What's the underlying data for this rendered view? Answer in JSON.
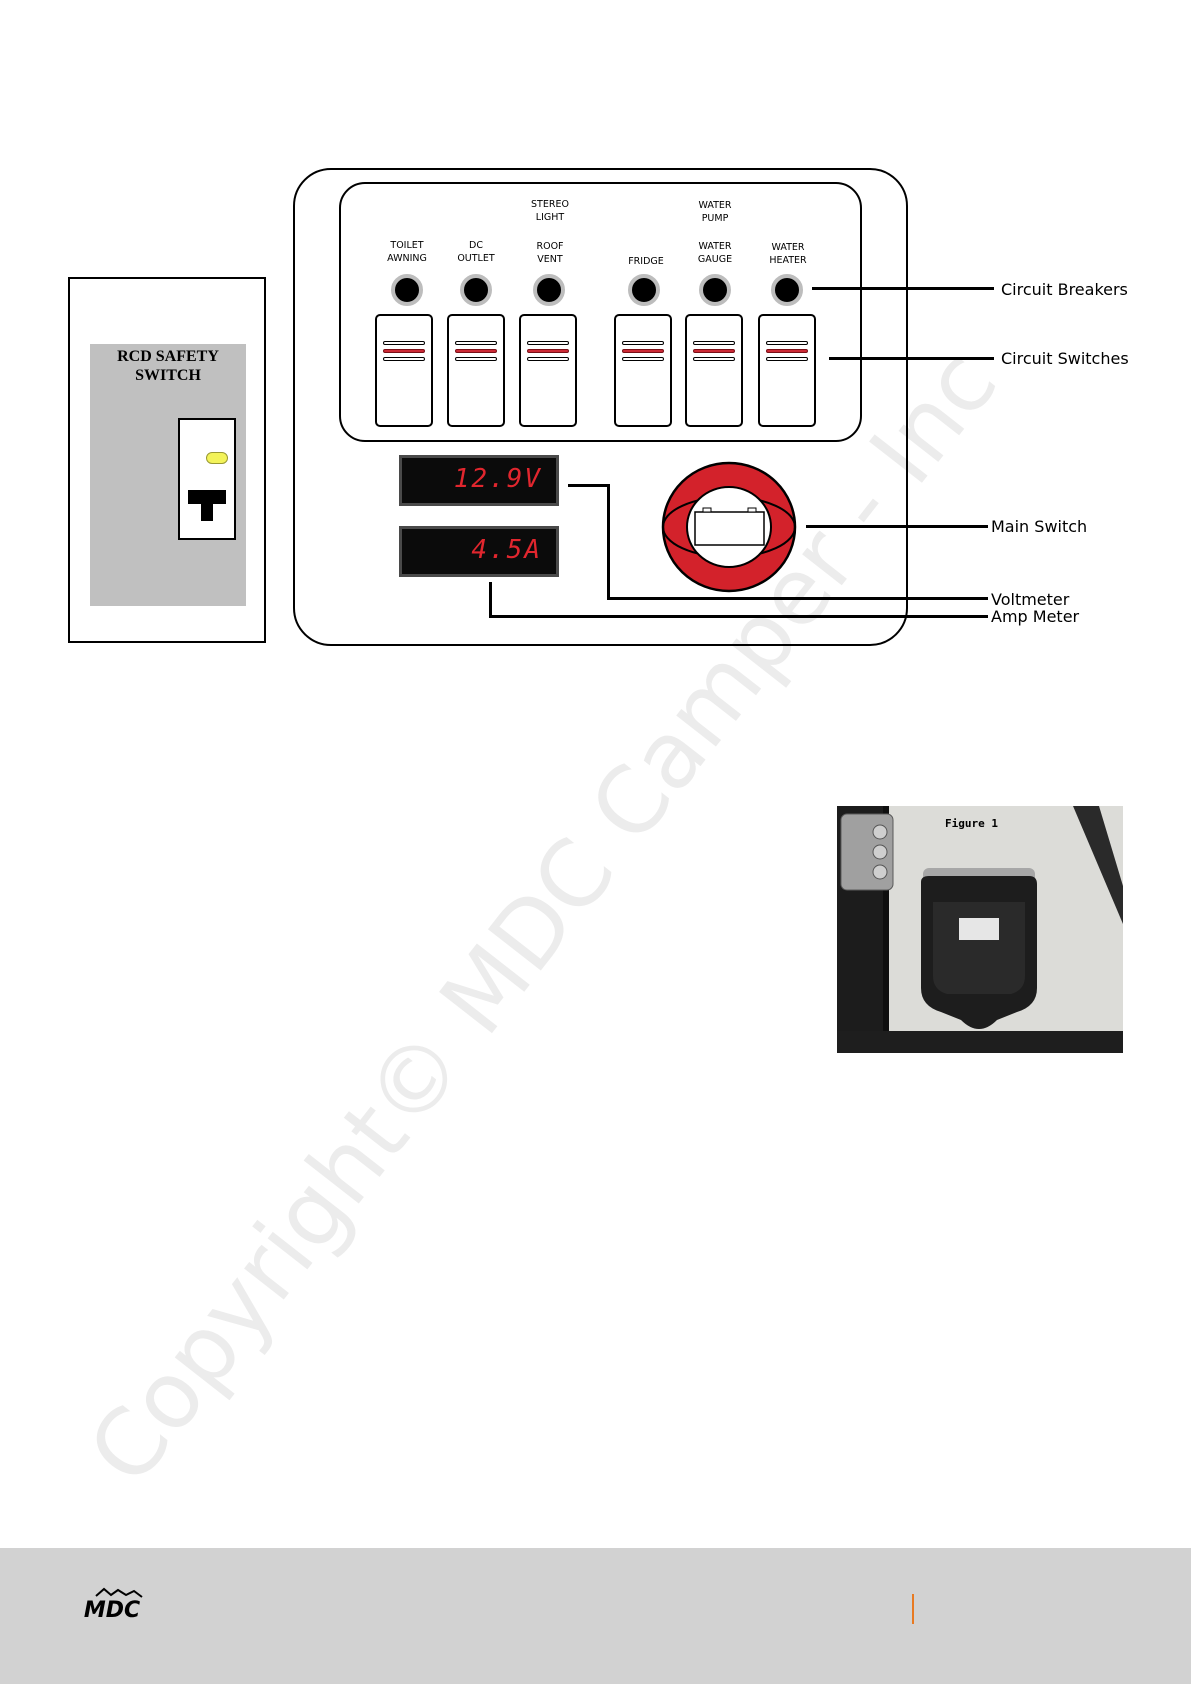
{
  "rcd": {
    "title": "RCD SAFETY SWITCH"
  },
  "panel": {
    "upper_labels": [
      {
        "line1": "STEREO",
        "line2": "LIGHT"
      },
      {
        "line1": "WATER",
        "line2": "PUMP"
      }
    ],
    "switch_labels": [
      {
        "line1": "TOILET",
        "line2": "AWNING"
      },
      {
        "line1": "DC",
        "line2": "OUTLET"
      },
      {
        "line1": "ROOF",
        "line2": "VENT"
      },
      {
        "line1": "FRIDGE",
        "line2": ""
      },
      {
        "line1": "WATER",
        "line2": "GAUGE"
      },
      {
        "line1": "WATER",
        "line2": "HEATER"
      }
    ],
    "voltmeter_reading": "12.9V",
    "ammeter_reading": "4.5A"
  },
  "callouts": {
    "circuit_breakers": "Circuit Breakers",
    "circuit_switches": "Circuit Switches",
    "main_switch": "Main Switch",
    "voltmeter": "Voltmeter",
    "amp_meter": "Amp Meter"
  },
  "photo": {
    "caption": "Figure 1"
  },
  "footer": {
    "logo_text": "MDC"
  },
  "watermark": {
    "text": "Copyright© MDC Camper - Inc"
  },
  "colors": {
    "accent_red": "#cc2a36",
    "led_yellow": "#f3f35a",
    "footer_gray": "#d2d2d2",
    "footer_rule": "#e87a22"
  }
}
